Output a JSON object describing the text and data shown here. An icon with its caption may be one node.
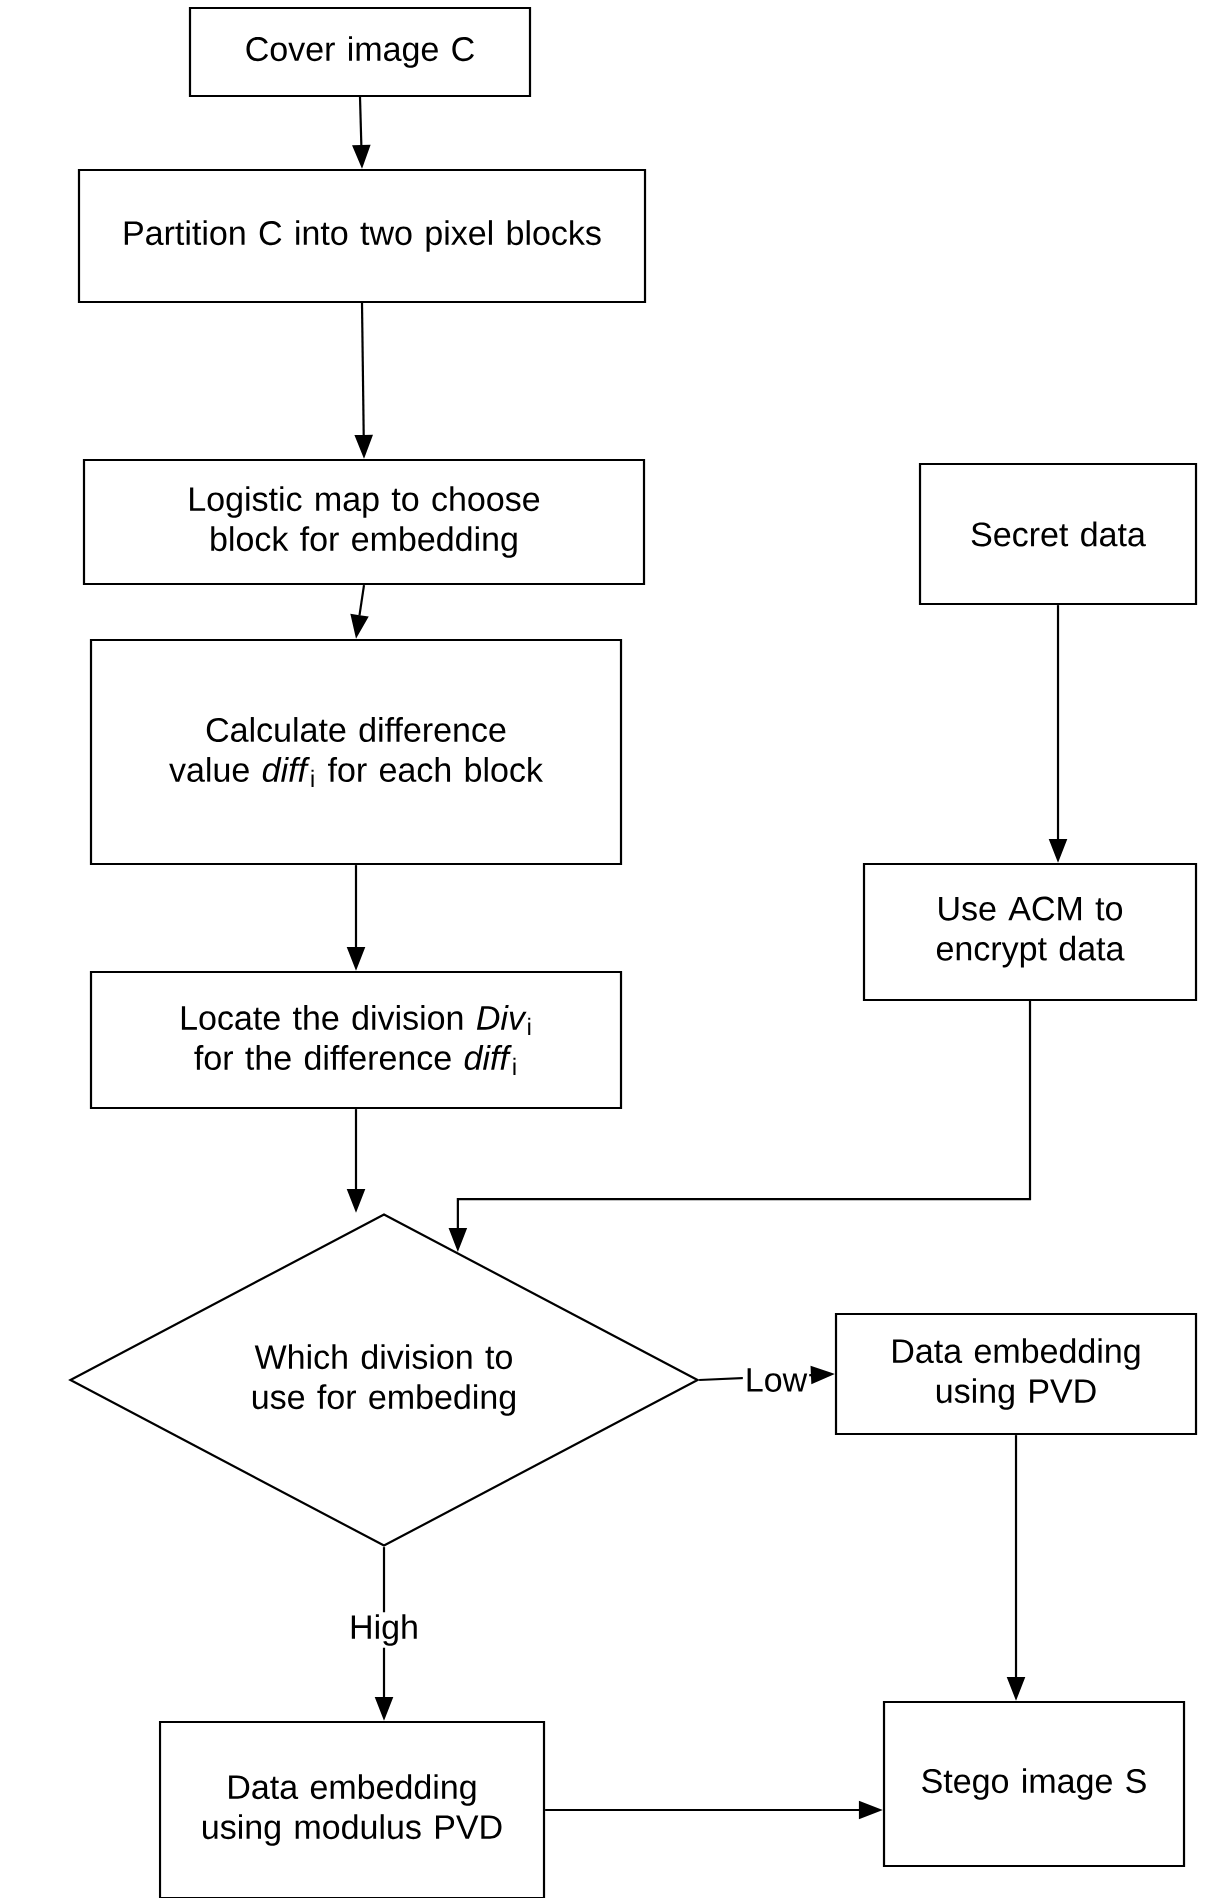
{
  "diagram": {
    "nodes": [
      {
        "text": [
          "Cover image C"
        ]
      },
      {
        "text": [
          "Partition C into two pixel blocks"
        ]
      },
      {
        "text": [
          "Logistic map to choose block for embedding"
        ]
      },
      {
        "text": [
          "Calculate difference value *diff*$_{i}$ for each block"
        ]
      },
      {
        "text": [
          "Locate the division *Div*$_{i}$ for the difference *diff*$_{i}$"
        ]
      },
      {
        "text": [
          "Secret data"
        ]
      },
      {
        "text": [
          "Use ACM to encrypt data"
        ]
      },
      {
        "text": [
          "Which division to use for embeding"
        ]
      },
      {
        "text": [
          "Data embedding using PVD"
        ]
      },
      {
        "text": [
          "Data embedding using modulus PVD"
        ]
      },
      {
        "text": [
          "Stego image S"
        ]
      }
    ],
    "edges": [
      {
        "from": 0,
        "to": 1,
        "arrow": "to"
      },
      {
        "from": 1,
        "to": 2,
        "arrow": "to"
      },
      {
        "from": 2,
        "to": 3,
        "arrow": "to"
      },
      {
        "from": 3,
        "to": 4,
        "arrow": "to"
      },
      {
        "from": 4,
        "to": 7,
        "arrow": "to"
      },
      {
        "from": 5,
        "to": 6,
        "arrow": "to"
      },
      {
        "from": 6,
        "to": 7,
        "arrow": "to"
      },
      {
        "from": 7,
        "to": 8,
        "arrow": "to",
        "label": "Low"
      },
      {
        "from": 7,
        "to": 9,
        "arrow": "to",
        "label": "High"
      },
      {
        "from": 8,
        "to": 10,
        "arrow": "to"
      },
      {
        "from": 9,
        "to": 10,
        "arrow": "to"
      }
    ]
  }
}
